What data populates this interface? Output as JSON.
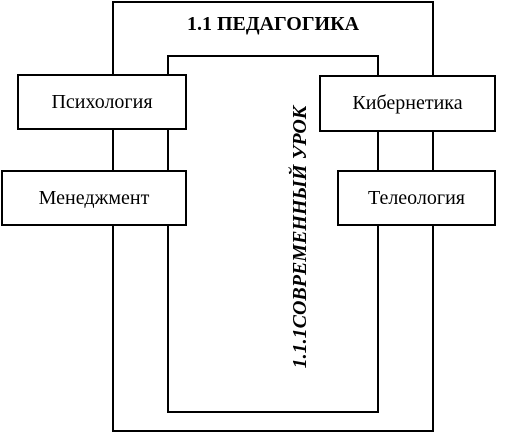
{
  "diagram": {
    "main_title": "1.1 ПЕДАГОГИКА",
    "inner_title": "1.1.1СОВРЕМЕННЫЙ УРОК",
    "left_boxes": [
      "Психология",
      "Менеджмент"
    ],
    "right_boxes": [
      "Кибернетика",
      "Телеология"
    ]
  }
}
